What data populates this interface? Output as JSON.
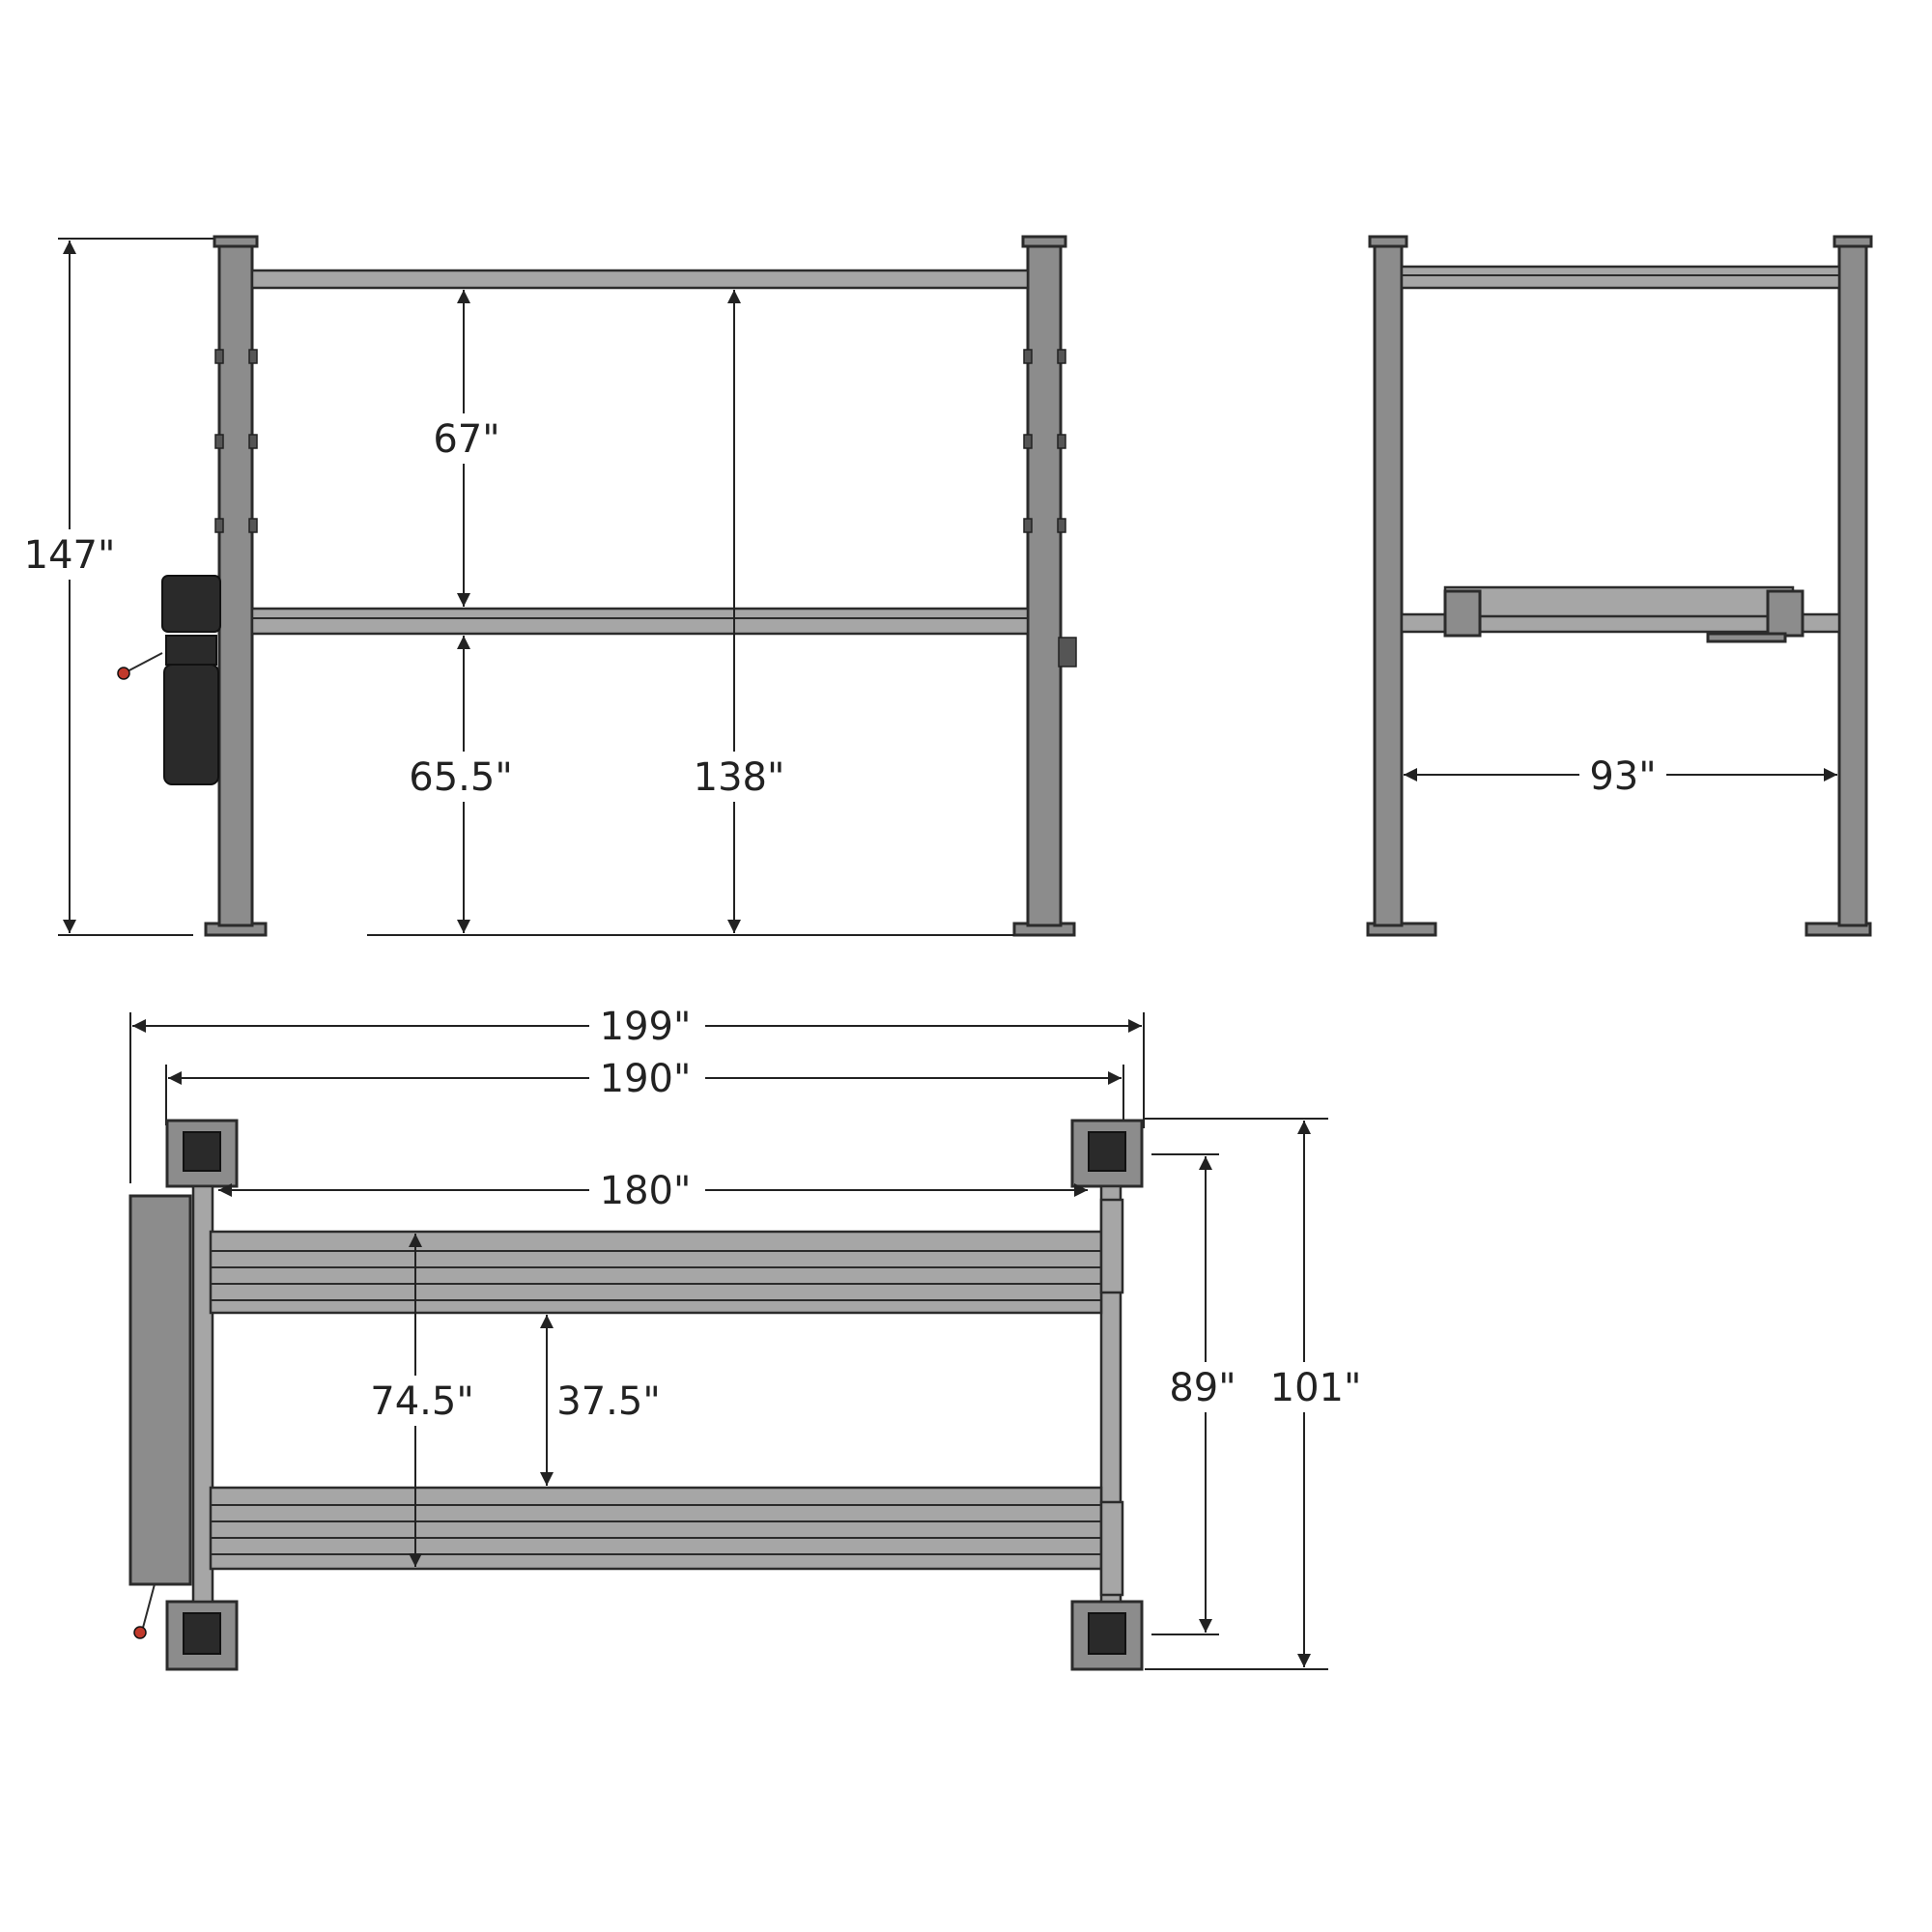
{
  "dimensions": {
    "front_overall_height": "147\"",
    "front_upper_clearance": "67\"",
    "front_lower_clearance": "65.5\"",
    "front_column_height": "138\"",
    "side_inner_width": "93\"",
    "top_overall_length": "199\"",
    "top_column_length": "190\"",
    "top_inner_length": "180\"",
    "top_runway_outer_width": "74.5\"",
    "top_runway_gap": "37.5\"",
    "top_inner_width": "89\"",
    "top_overall_width": "101\""
  },
  "colors": {
    "frame": "#8c8c8c",
    "outline": "#2b2b2b",
    "motor": "#2a2a2a",
    "handle_knob": "#c0392b"
  }
}
